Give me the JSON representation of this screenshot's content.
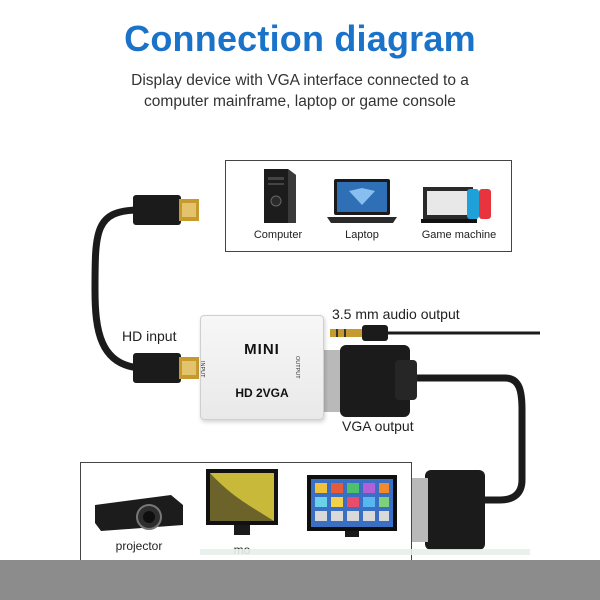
{
  "header": {
    "title": "Connection diagram",
    "subtitle_line1": "Display device with VGA interface connected to a",
    "subtitle_line2": "computer mainframe, laptop or game console"
  },
  "sources": {
    "items": [
      {
        "label": "Computer",
        "icon": "desktop-tower-icon"
      },
      {
        "label": "Laptop",
        "icon": "laptop-icon"
      },
      {
        "label": "Game machine",
        "icon": "game-console-icon"
      }
    ]
  },
  "adapter": {
    "top_label": "MINI",
    "bottom_label": "HD 2VGA",
    "input_side": "INPUT",
    "output_side": "OUTPUT"
  },
  "labels": {
    "hd_input": "HD    input",
    "audio_output": "3.5 mm audio output",
    "vga_output": "VGA output"
  },
  "destinations": {
    "items": [
      {
        "label": "projector",
        "icon": "projector-icon"
      },
      {
        "label": "mo",
        "icon": "monitor-icon"
      },
      {
        "label": "",
        "icon": "tv-icon"
      }
    ]
  },
  "colors": {
    "title": "#1a73c9",
    "cable": "#1b1b1b",
    "connector_gold": "#c79a2e",
    "bottom_bar": "#8c8c8c"
  }
}
